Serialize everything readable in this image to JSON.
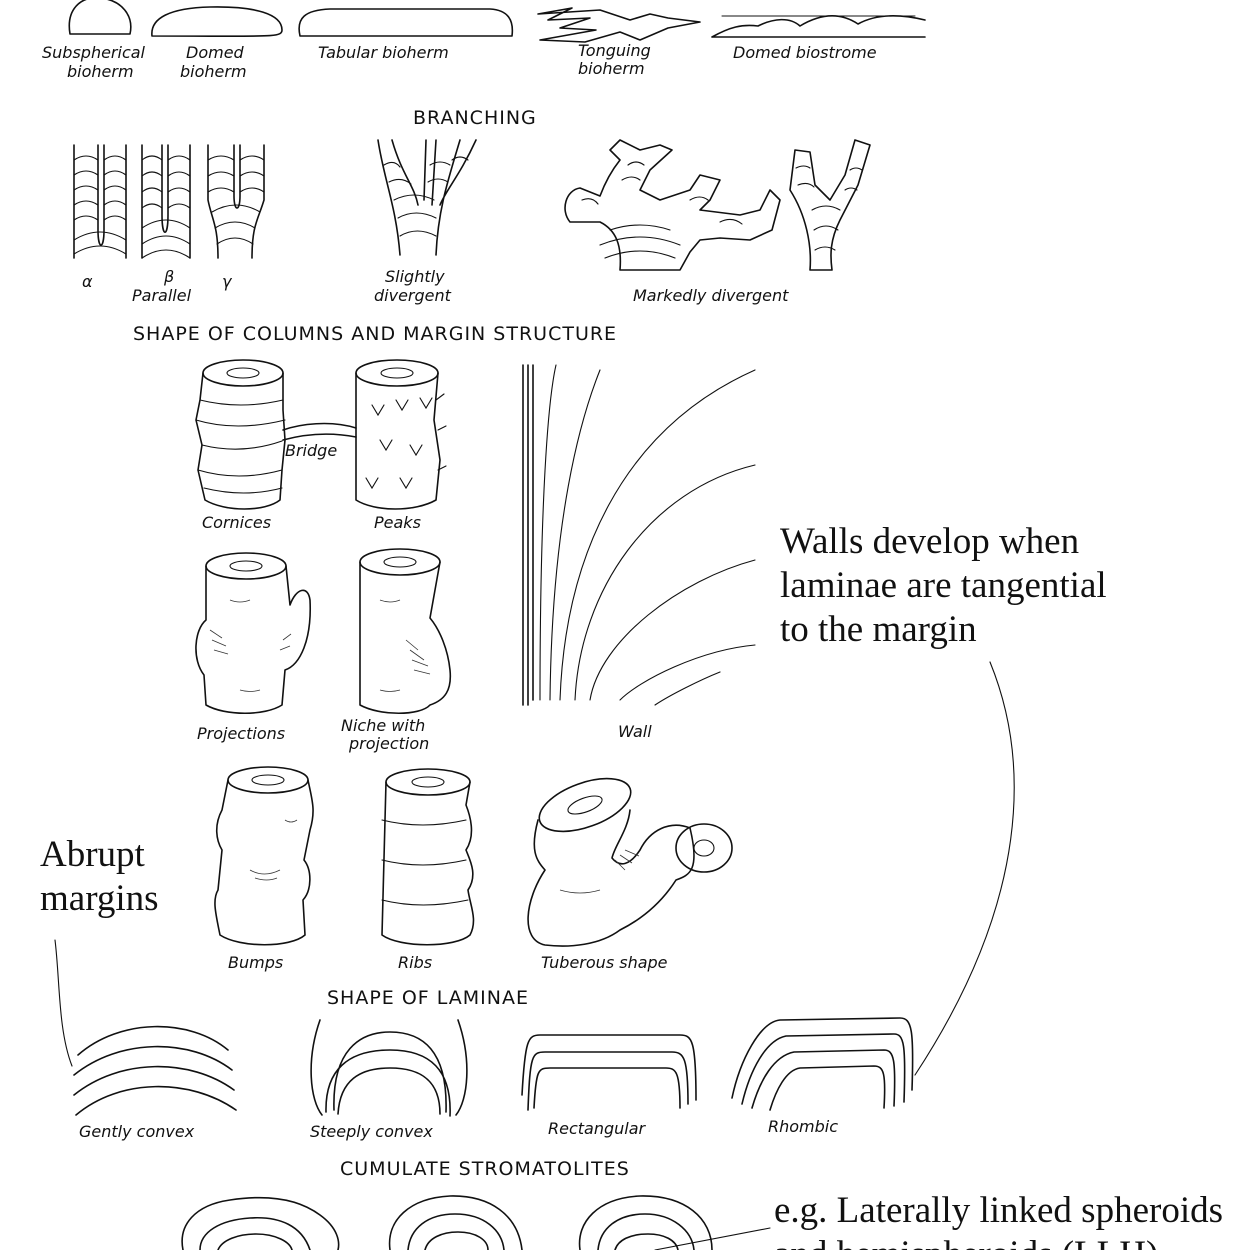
{
  "section_headers": {
    "branching": "BRANCHING",
    "columns": "SHAPE   OF   COLUMNS   AND   MARGIN   STRUCTURE",
    "laminae": "SHAPE   OF   LAMINAE",
    "cumulate": "CUMULATE   STROMATOLITES"
  },
  "biostrome_labels": {
    "subspherical": [
      "Subspherical",
      "bioherm"
    ],
    "domed_bioherm": [
      "Domed",
      "bioherm"
    ],
    "tabular": "Tabular   bioherm",
    "tonguing": [
      "Tonguing",
      "bioherm"
    ],
    "domed_biostrome": "Domed   biostrome"
  },
  "branching_labels": {
    "alpha": "α",
    "beta": "β",
    "gamma": "γ",
    "parallel": "Parallel",
    "slightly": [
      "Slightly",
      "divergent"
    ],
    "markedly": "Markedly   divergent"
  },
  "column_labels": {
    "bridge": "Bridge",
    "cornices": "Cornices",
    "peaks": "Peaks",
    "projections": "Projections",
    "niche": [
      "Niche  with",
      "projection"
    ],
    "wall": "Wall",
    "bumps": "Bumps",
    "ribs": "Ribs",
    "tuberous": "Tuberous   shape"
  },
  "lamina_labels": {
    "gently": "Gently   convex",
    "steeply": "Steeply   convex",
    "rectangular": "Rectangular",
    "rhombic": "Rhombic"
  },
  "annotations": {
    "walls": [
      "Walls develop when",
      "laminae are tangential",
      "to the margin"
    ],
    "abrupt": [
      "Abrupt",
      "margins"
    ],
    "lllh": [
      "e.g. Laterally linked spheroids",
      "and hemispheroids (LLH)"
    ]
  }
}
